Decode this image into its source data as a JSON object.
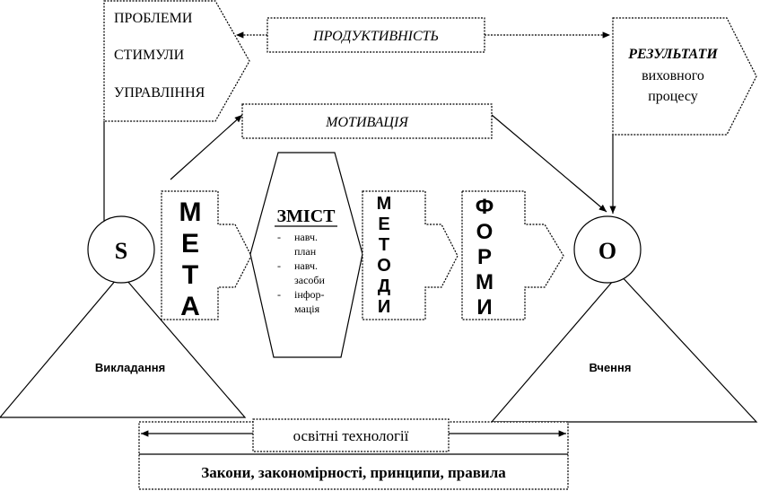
{
  "left_panel": {
    "items": [
      "ПРОБЛЕМИ",
      "СТИМУЛИ",
      "УПРАВЛІННЯ"
    ]
  },
  "productivity": "ПРОДУКТИВНІСТЬ",
  "results": {
    "title": "РЕЗУЛЬТАТИ",
    "line2": "виховного",
    "line3": "процесу"
  },
  "motivation": "МОТИВАЦІЯ",
  "subject": "S",
  "object": "O",
  "goal": [
    "М",
    "Е",
    "Т",
    "А"
  ],
  "content": {
    "title": "ЗМІСТ",
    "items": [
      {
        "bullet": "-",
        "lines": [
          "навч.",
          "план"
        ]
      },
      {
        "bullet": "-",
        "lines": [
          "навч.",
          "засоби"
        ]
      },
      {
        "bullet": "-",
        "lines": [
          "інфор-",
          "мація"
        ]
      }
    ]
  },
  "methods": [
    "М",
    "Е",
    "Т",
    "О",
    "Д",
    "И"
  ],
  "forms": [
    "Ф",
    "О",
    "Р",
    "М",
    "И"
  ],
  "teaching": "Викладання",
  "learning": "Вчення",
  "technologies": "освітні технології",
  "laws": "Закони, закономірності, принципи, правила"
}
